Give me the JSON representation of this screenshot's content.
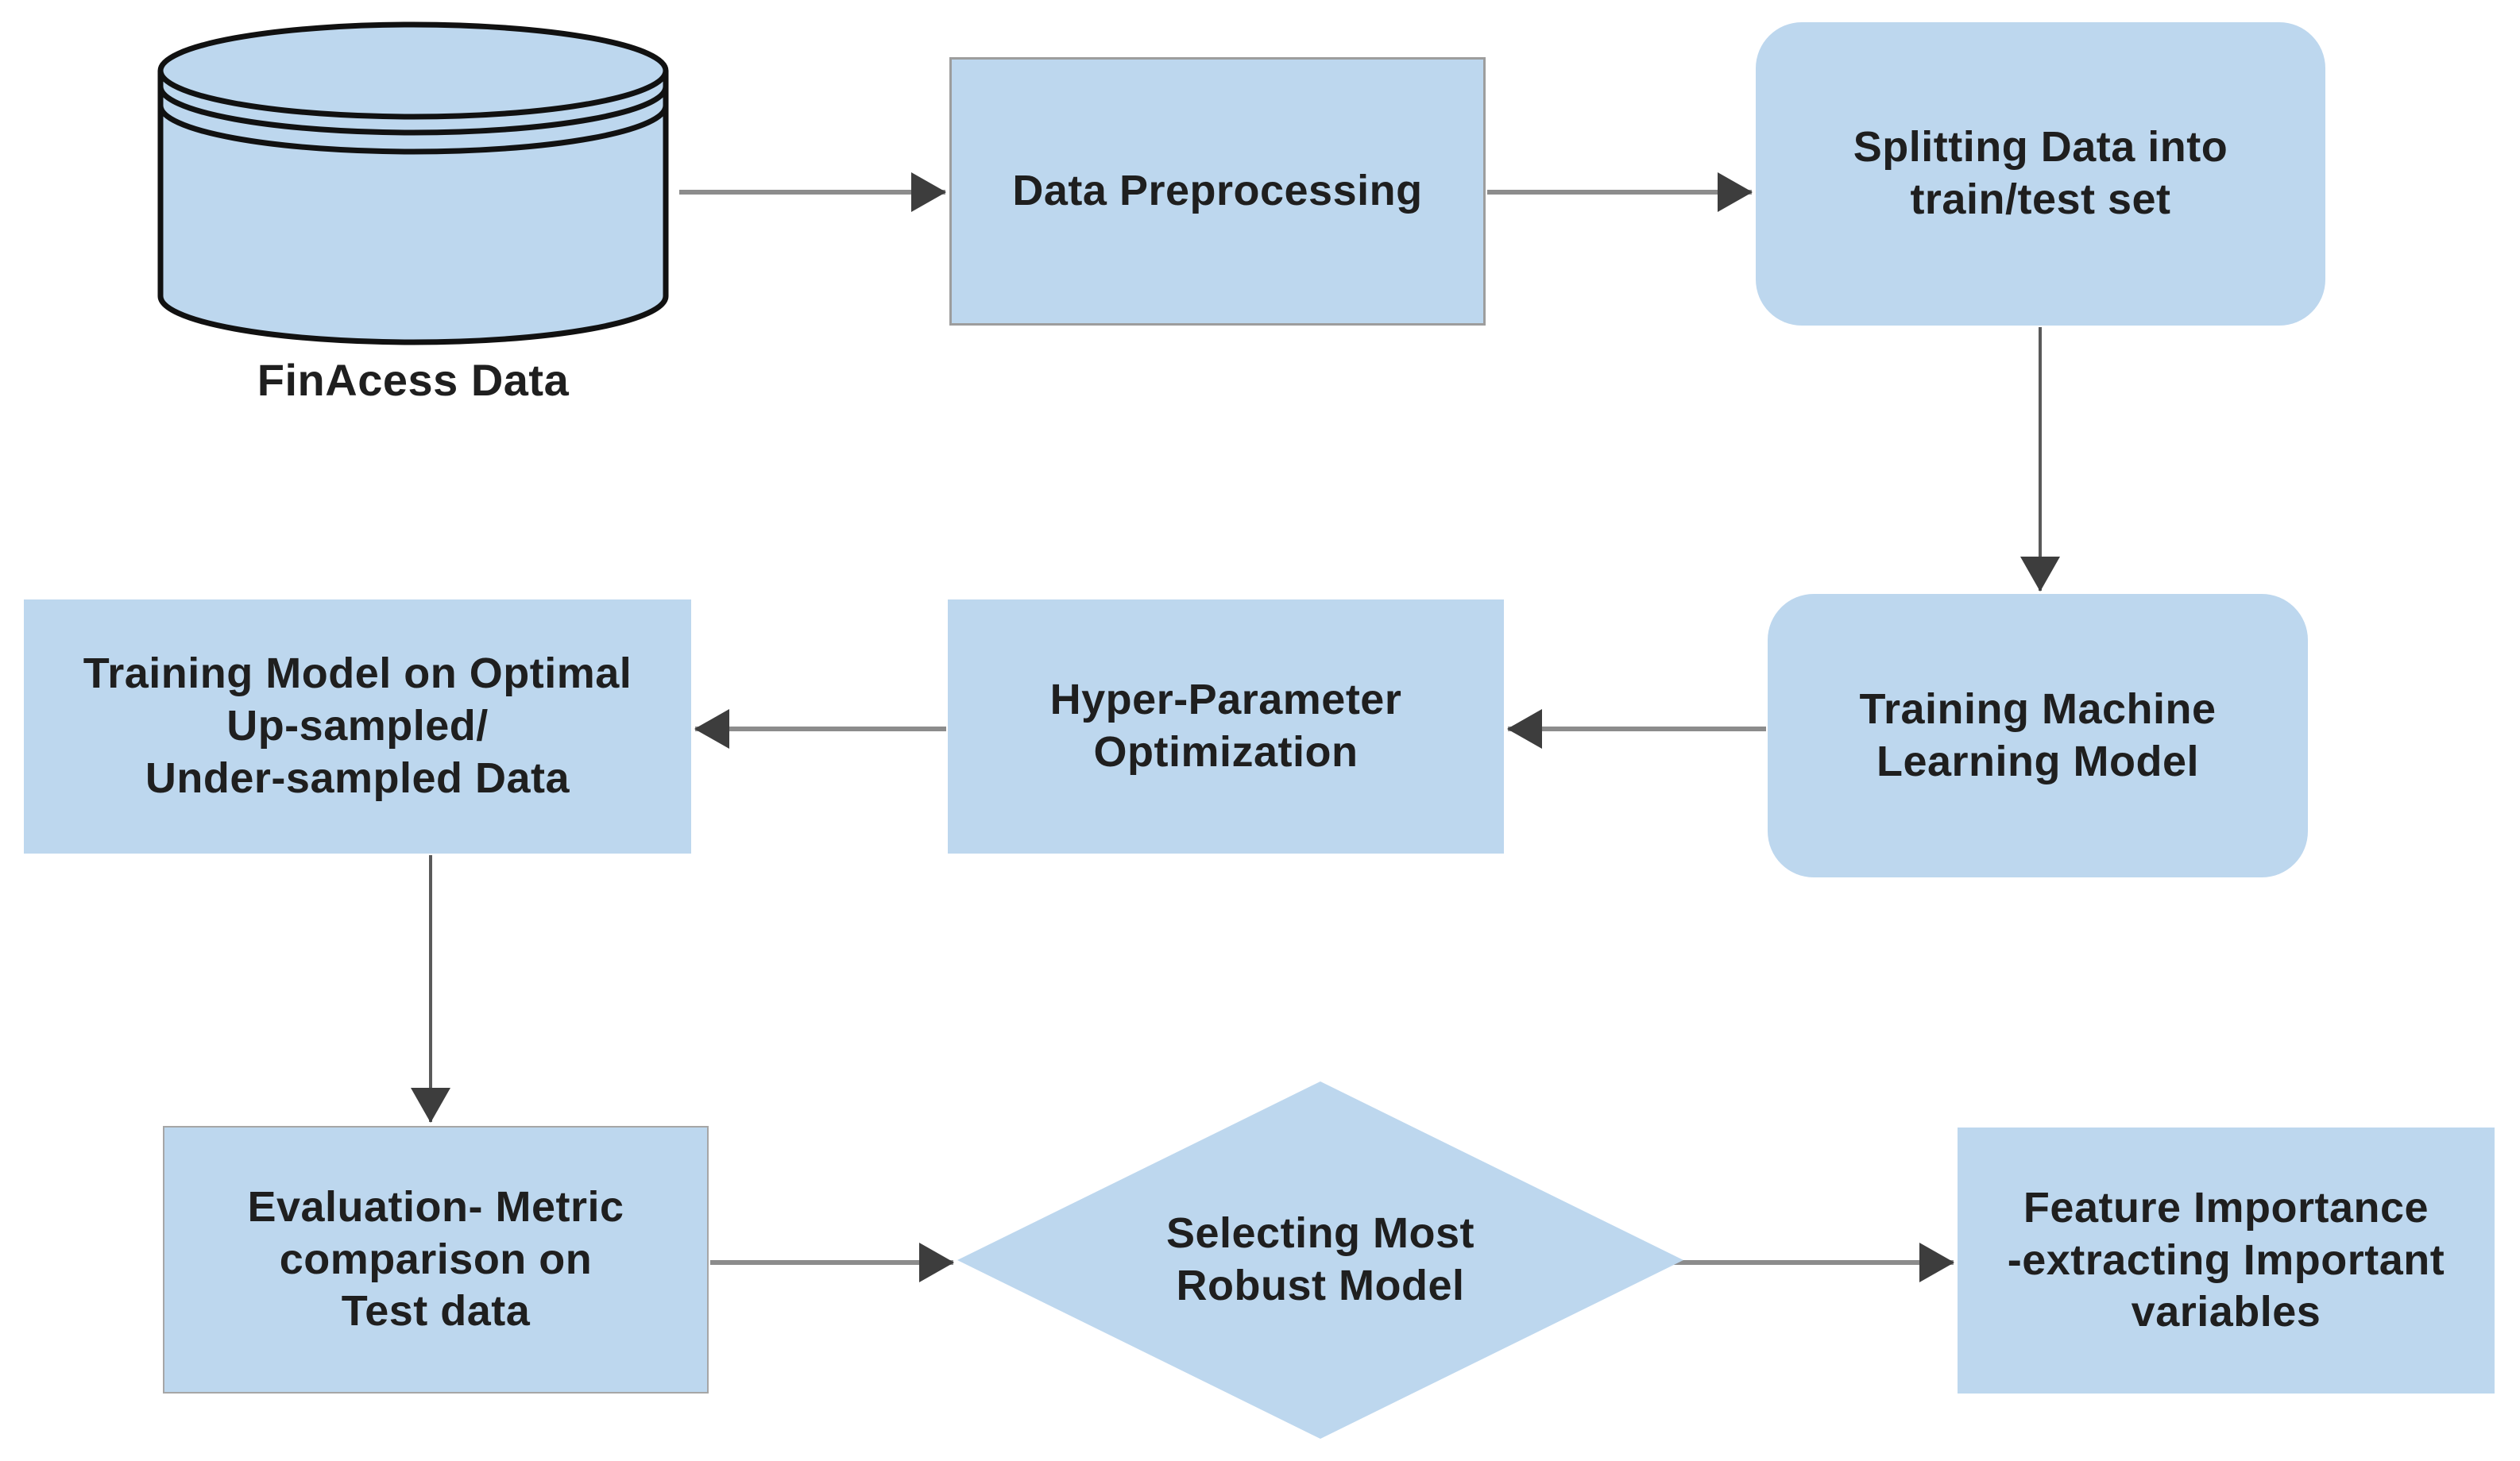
{
  "diagram_type": "flowchart",
  "background_color": "#FFFFFF",
  "colors": {
    "node_fill": "#BDD7EE",
    "node_border_gray": "#9D9D9D",
    "cylinder_outline": "#111111",
    "arrow_line": "#8C8C8C",
    "arrow_line_vertical": "#5A5A5A",
    "arrowhead": "#3D3D3D",
    "text": "#1F1F1F"
  },
  "nodes": {
    "finaccess_data": {
      "label": "FinAcess Data",
      "shape": "database-cylinder"
    },
    "data_preprocessing": {
      "label": "Data Preprocessing",
      "shape": "rectangle"
    },
    "splitting_data": {
      "label": "Splitting Data into\ntrain/test set",
      "shape": "rounded-rectangle"
    },
    "training_ml_model": {
      "label": "Training Machine\nLearning Model",
      "shape": "rounded-rectangle"
    },
    "hyper_parameter_optimization": {
      "label": "Hyper-Parameter\nOptimization",
      "shape": "rectangle"
    },
    "training_optimal_data": {
      "label": "Training Model on Optimal\nUp-sampled/\nUnder-sampled Data",
      "shape": "rectangle"
    },
    "evaluation_metric": {
      "label": "Evaluation- Metric\ncomparison on\nTest data",
      "shape": "rectangle"
    },
    "selecting_robust_model": {
      "label": "Selecting Most\nRobust Model",
      "shape": "diamond"
    },
    "feature_importance": {
      "label": "Feature Importance\n-extracting Important\nvariables",
      "shape": "rectangle"
    }
  },
  "edges": [
    {
      "from": "finaccess_data",
      "to": "data_preprocessing"
    },
    {
      "from": "data_preprocessing",
      "to": "splitting_data"
    },
    {
      "from": "splitting_data",
      "to": "training_ml_model"
    },
    {
      "from": "training_ml_model",
      "to": "hyper_parameter_optimization"
    },
    {
      "from": "hyper_parameter_optimization",
      "to": "training_optimal_data"
    },
    {
      "from": "training_optimal_data",
      "to": "evaluation_metric"
    },
    {
      "from": "evaluation_metric",
      "to": "selecting_robust_model"
    },
    {
      "from": "selecting_robust_model",
      "to": "feature_importance"
    }
  ]
}
